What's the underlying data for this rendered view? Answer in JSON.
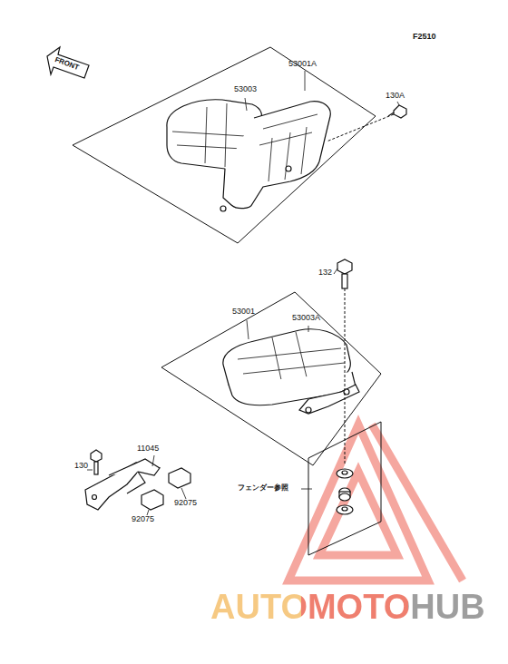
{
  "diagram": {
    "labels": [
      "F2510",
      "FRONT",
      "53001A",
      "53003",
      "130A",
      "132",
      "53001",
      "53003A",
      "11045",
      "130",
      "92075",
      "92075",
      "フェンダー参照",
      "AUTOMOTOHUB"
    ]
  }
}
